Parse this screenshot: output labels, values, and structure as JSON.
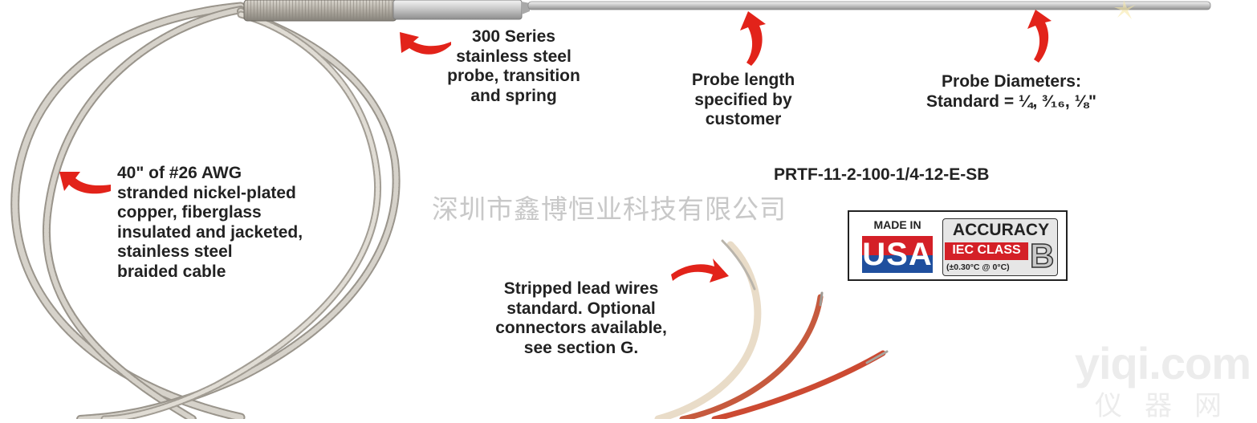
{
  "callouts": {
    "probe_material": "300 Series\nstainless steel\nprobe, transition\nand spring",
    "probe_length": "Probe length\nspecified by\ncustomer",
    "probe_diameters": "Probe Diameters:\nStandard = ¼, ³⁄₁₆, ⅛\"",
    "cable": "40\" of #26 AWG\nstranded nickel-plated\ncopper, fiberglass\ninsulated and jacketed,\nstainless steel\nbraided cable",
    "lead_wires": "Stripped lead wires\nstandard. Optional\nconnectors available,\nsee section G."
  },
  "model_number": "PRTF-11-2-100-1/4-12-E-SB",
  "badge": {
    "made_in": "MADE IN",
    "country": "USA",
    "accuracy": "ACCURACY",
    "iec_class": "IEC CLASS",
    "class_letter": "B",
    "tolerance": "(±0.30°C @ 0°C)"
  },
  "watermarks": {
    "company": "深圳市鑫博恒业科技有限公司",
    "site": "yiqi.com",
    "site_cn": "仪器网"
  },
  "colors": {
    "arrow_red": "#e2231a",
    "flag_red": "#d42027",
    "flag_blue": "#1f4f9e"
  }
}
